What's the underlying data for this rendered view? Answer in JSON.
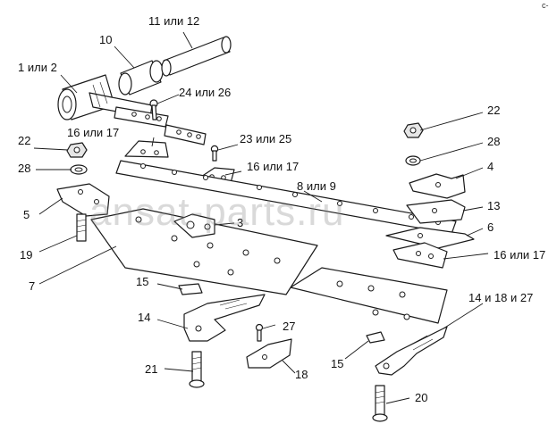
{
  "diagram": {
    "watermark": "ansat-parts.ru",
    "corner_mark": "c-",
    "callouts": {
      "c1": "1 или 2",
      "c10": "10",
      "c11": "11 или 12",
      "c24": "24 или 26",
      "c16a": "16 или 17",
      "c23": "23 или 25",
      "c16b": "16 или 17",
      "c22l": "22",
      "c28l": "28",
      "c5": "5",
      "c19": "19",
      "c7": "7",
      "c3": "3",
      "c8": "8 или 9",
      "c22r": "22",
      "c28r": "28",
      "c4": "4",
      "c13": "13",
      "c6": "6",
      "c16c": "16 или 17",
      "c15l": "15",
      "c14": "14",
      "c27": "27",
      "c21": "21",
      "c18": "18",
      "c15r": "15",
      "c14r": "14 и 18 и 27",
      "c20": "20"
    }
  }
}
